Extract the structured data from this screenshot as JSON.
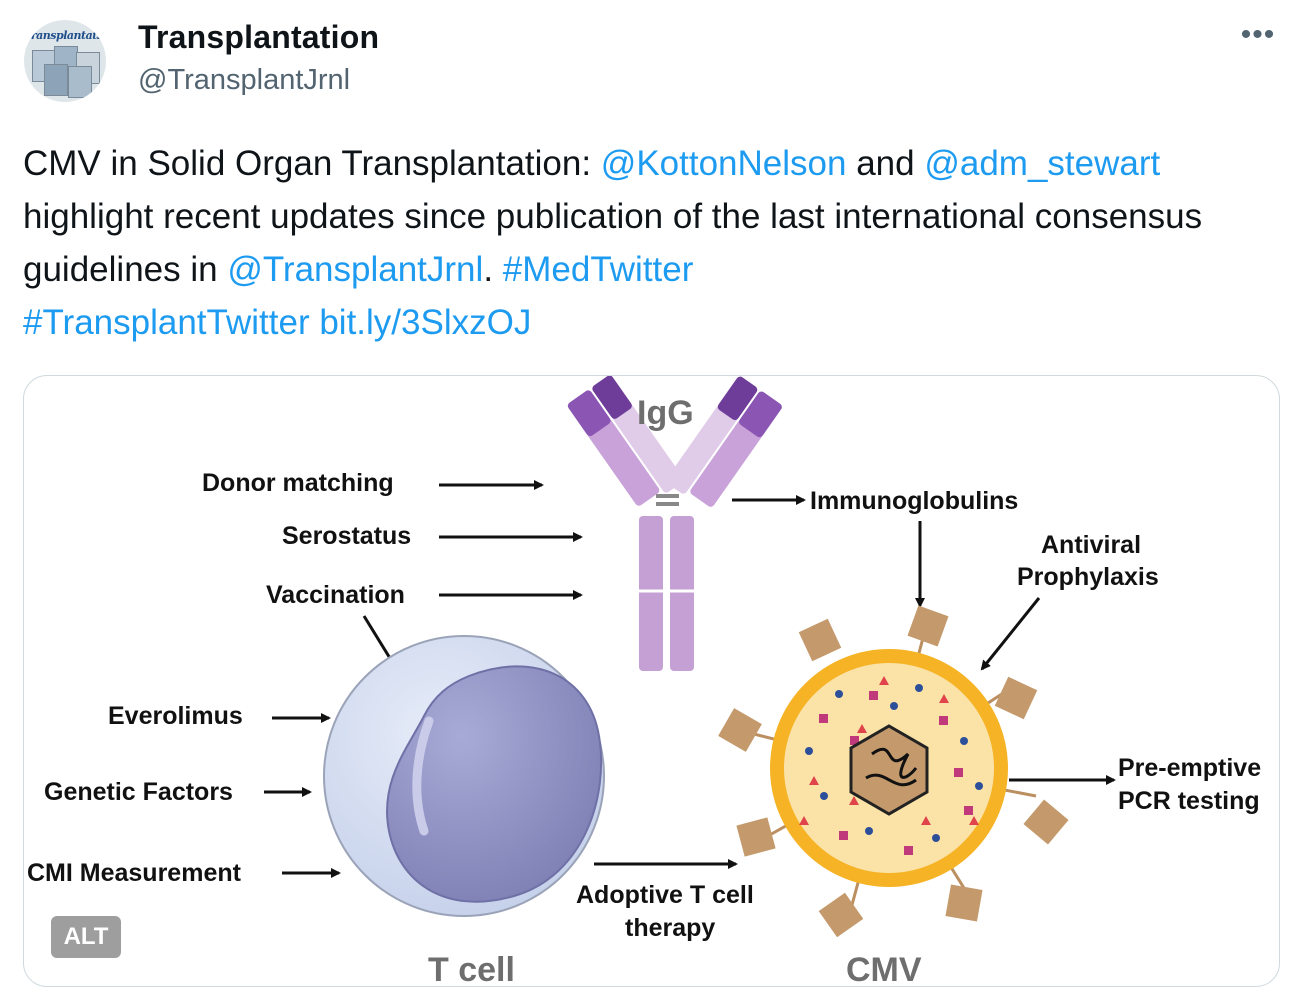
{
  "author": {
    "name": "Transplantation",
    "handle": "@TransplantJrnl",
    "avatar_logo": "Transplantation"
  },
  "menu": {
    "more_label": "•••"
  },
  "tweet": {
    "seg1": "CMV in Solid Organ Transplantation: ",
    "mention1": "@KottonNelson",
    "seg2": " and ",
    "mention2": "@adm_stewart",
    "seg3": " highlight recent updates since publication of the last international consensus guidelines in ",
    "mention3": "@TransplantJrnl",
    "seg4": ". ",
    "hashtag1": "#MedTwitter",
    "hashtag2": "#TransplantTwitter",
    "link": "bit.ly/3SlxzOJ"
  },
  "media": {
    "alt_label": "ALT",
    "diagram": {
      "igg_label": "IgG",
      "donor_matching": "Donor matching",
      "serostatus": "Serostatus",
      "vaccination": "Vaccination",
      "immunoglobulins": "Immunoglobulins",
      "antiviral_1": "Antiviral",
      "antiviral_2": "Prophylaxis",
      "everolimus": "Everolimus",
      "genetic_factors": "Genetic Factors",
      "cmi_measurement": "CMI Measurement",
      "preemptive_1": "Pre-emptive",
      "preemptive_2": "PCR testing",
      "adoptive_1": "Adoptive T cell",
      "adoptive_2": "therapy",
      "tcell_label": "T cell",
      "cmv_label": "CMV"
    },
    "colors": {
      "igg_dark": "#7b4ea6",
      "igg_light": "#c4aedc",
      "tcell_outer": "#cfd9ef",
      "tcell_nucleus": "#8d8fc0",
      "cmv_outer": "#f5b325",
      "cmv_inner": "#fbe3a8",
      "spike": "#c49a6c",
      "label_gray": "#6e6e6e"
    }
  }
}
